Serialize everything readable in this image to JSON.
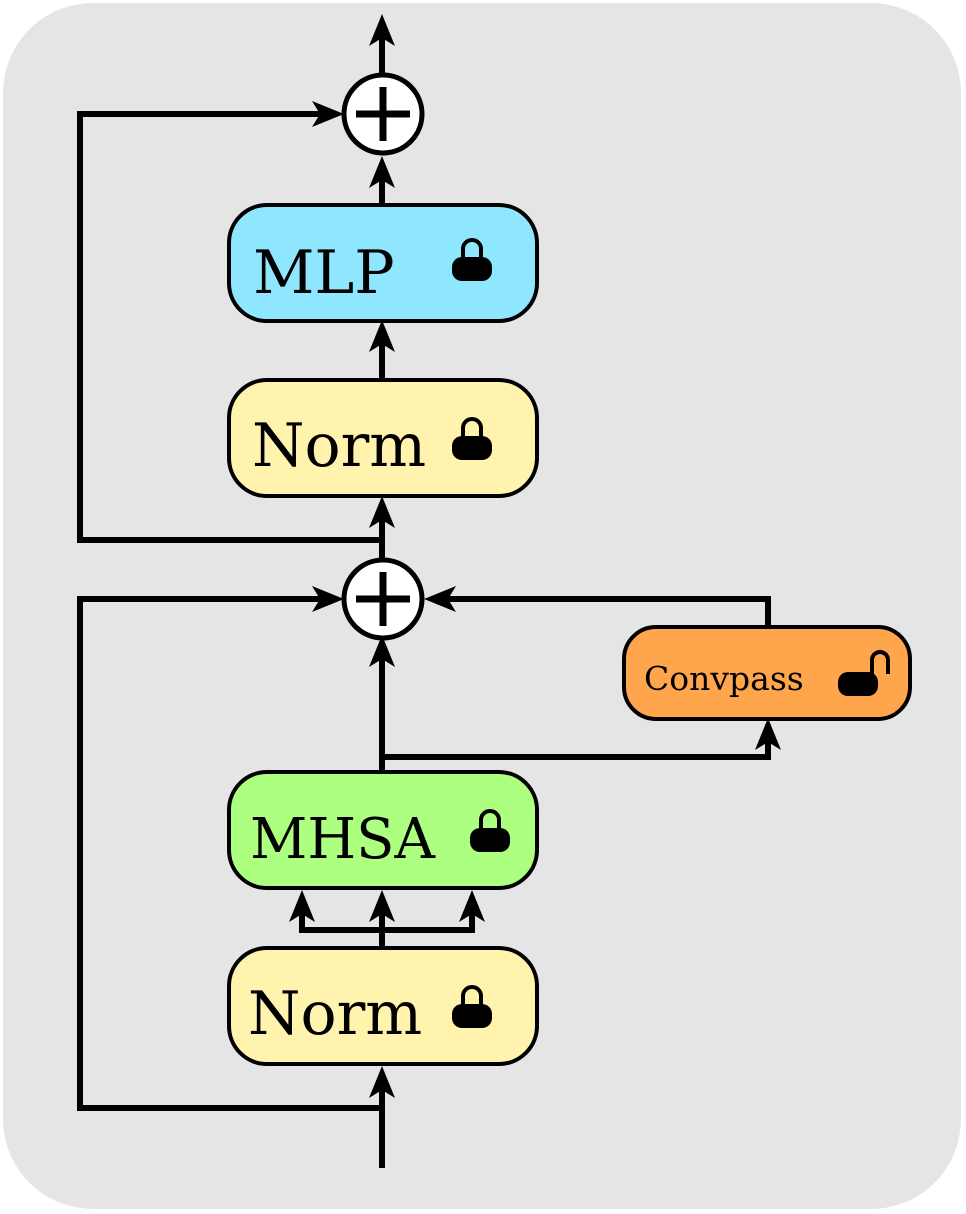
{
  "blocks": {
    "mlp": {
      "label": "MLP",
      "color": "#8fe7ff",
      "lock": "closed"
    },
    "norm_top": {
      "label": "Norm",
      "color": "#fff3ad",
      "lock": "closed"
    },
    "convpass": {
      "label": "Convpass",
      "color": "#ffa64d",
      "lock": "open"
    },
    "mhsa": {
      "label": "MHSA",
      "color": "#adff80",
      "lock": "closed"
    },
    "norm_bottom": {
      "label": "Norm",
      "color": "#fff3ad",
      "lock": "closed"
    }
  },
  "icons": {
    "add_node": "circle-plus-icon",
    "locked": "lock-closed-icon",
    "unlocked": "lock-open-icon"
  },
  "colors": {
    "panel_background": "#e5e5e5",
    "stroke": "#000000",
    "add_node_fill": "#ffffff"
  }
}
